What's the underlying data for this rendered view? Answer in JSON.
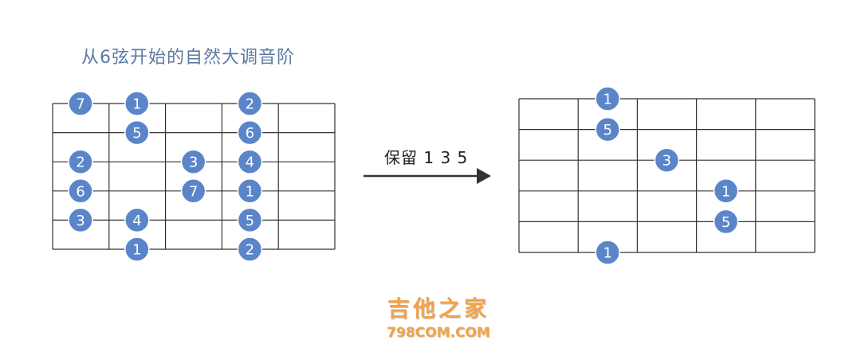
{
  "title": "从6弦开始的自然大调音阶",
  "arrow_label": "保留 1 3 5",
  "watermark": {
    "main": "吉他之家",
    "sub": "798COM.COM"
  },
  "colors": {
    "dot_fill": "#5b85c9",
    "dot_stroke": "#ffffff",
    "dot_text": "#ffffff",
    "grid_line": "#333333",
    "title_text": "#5c7aa3",
    "watermark": "#f3a347"
  },
  "left_diagram": {
    "strings": 6,
    "frets": 5,
    "notes": [
      {
        "string": 1,
        "fret": 0,
        "label": "7"
      },
      {
        "string": 1,
        "fret": 1,
        "label": "1"
      },
      {
        "string": 1,
        "fret": 3,
        "label": "2"
      },
      {
        "string": 2,
        "fret": 1,
        "label": "5"
      },
      {
        "string": 2,
        "fret": 3,
        "label": "6"
      },
      {
        "string": 3,
        "fret": 0,
        "label": "2"
      },
      {
        "string": 3,
        "fret": 2,
        "label": "3"
      },
      {
        "string": 3,
        "fret": 3,
        "label": "4"
      },
      {
        "string": 4,
        "fret": 0,
        "label": "6"
      },
      {
        "string": 4,
        "fret": 2,
        "label": "7"
      },
      {
        "string": 4,
        "fret": 3,
        "label": "1"
      },
      {
        "string": 5,
        "fret": 0,
        "label": "3"
      },
      {
        "string": 5,
        "fret": 1,
        "label": "4"
      },
      {
        "string": 5,
        "fret": 3,
        "label": "5"
      },
      {
        "string": 6,
        "fret": 1,
        "label": "1"
      },
      {
        "string": 6,
        "fret": 3,
        "label": "2"
      }
    ]
  },
  "right_diagram": {
    "strings": 6,
    "frets": 5,
    "notes": [
      {
        "string": 1,
        "fret": 1,
        "label": "1"
      },
      {
        "string": 2,
        "fret": 1,
        "label": "5"
      },
      {
        "string": 3,
        "fret": 2,
        "label": "3"
      },
      {
        "string": 4,
        "fret": 3,
        "label": "1"
      },
      {
        "string": 5,
        "fret": 3,
        "label": "5"
      },
      {
        "string": 6,
        "fret": 1,
        "label": "1"
      }
    ]
  }
}
